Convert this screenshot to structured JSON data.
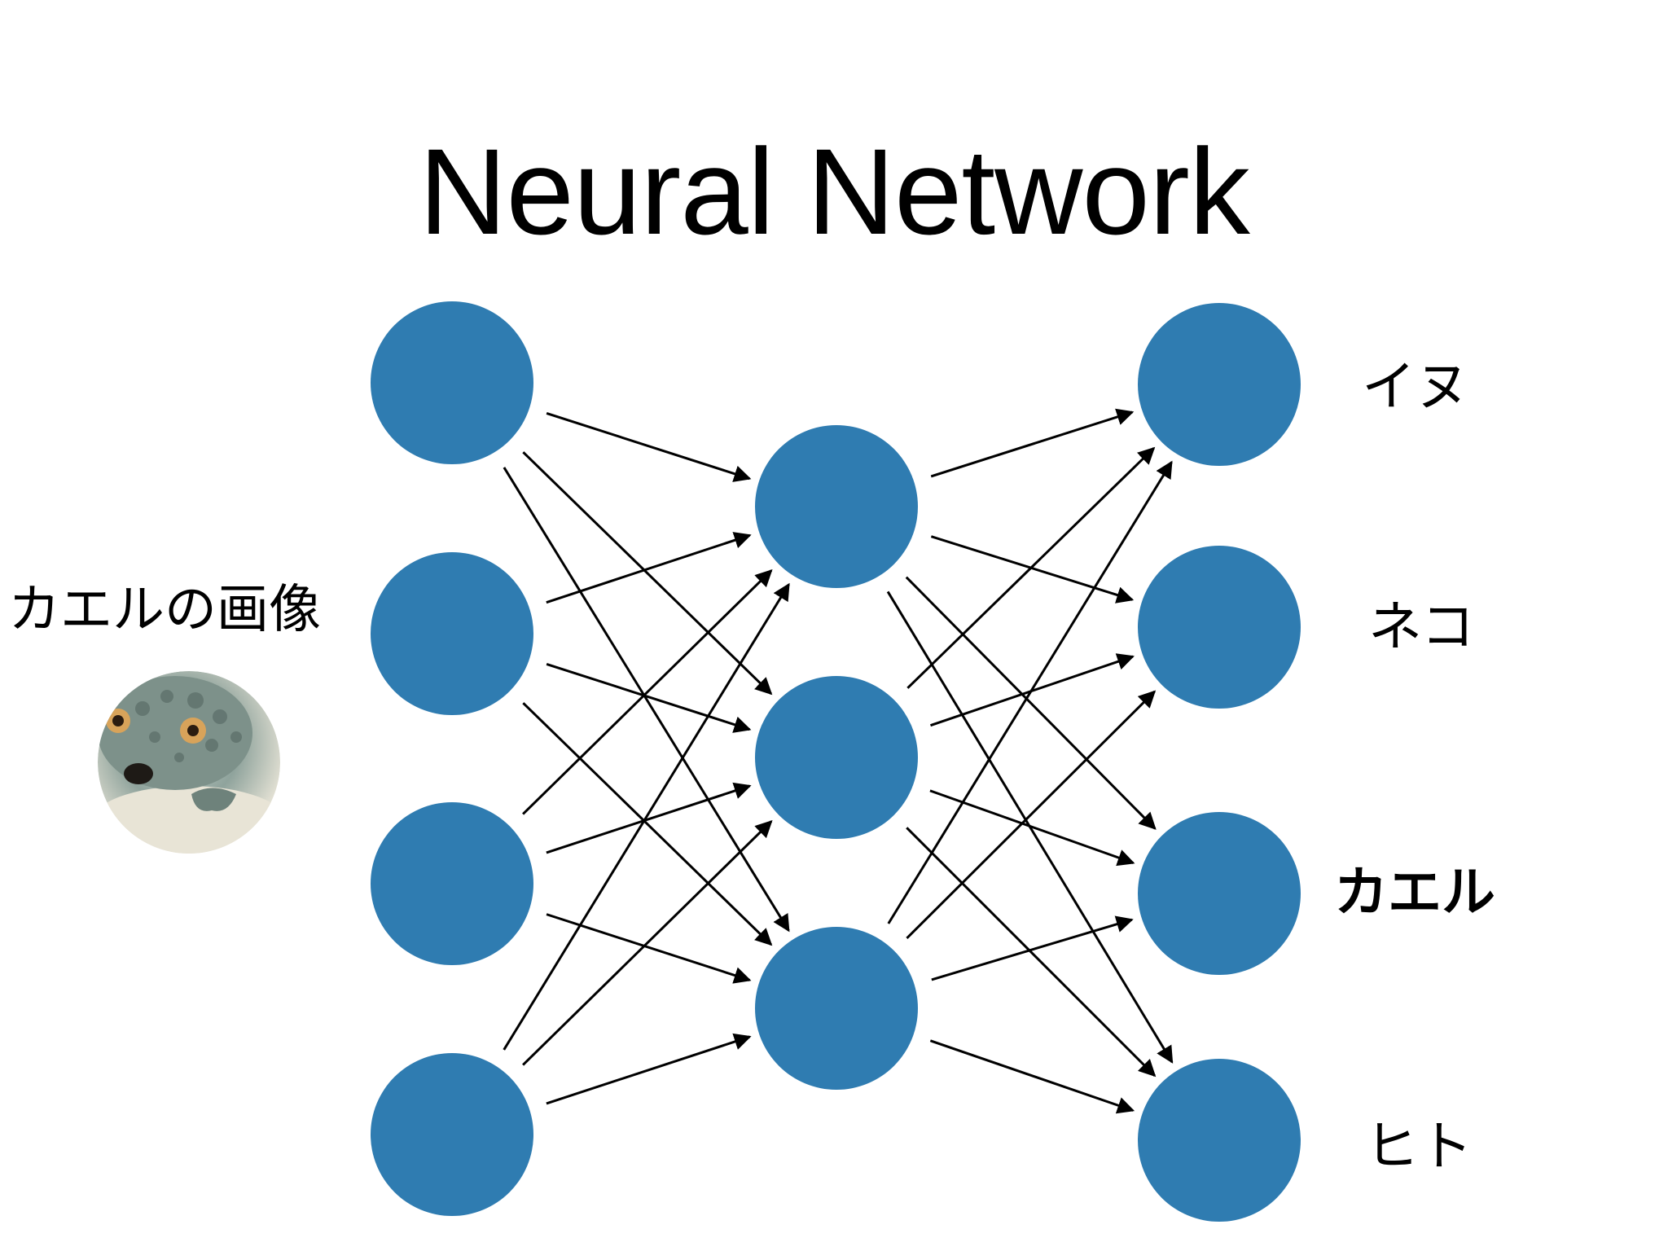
{
  "title": "Neural Network",
  "input_label": "カエルの画像",
  "input_image": "frog-photo",
  "outputs": [
    {
      "label": "イヌ",
      "highlight": false
    },
    {
      "label": "ネコ",
      "highlight": false
    },
    {
      "label": "カエル",
      "highlight": true
    },
    {
      "label": "ヒト",
      "highlight": false
    }
  ],
  "layers": {
    "input_nodes": 4,
    "hidden_nodes": 3,
    "output_nodes": 4
  },
  "colors": {
    "node": "#2f7cb1",
    "edge": "#000000",
    "background": "#ffffff"
  }
}
